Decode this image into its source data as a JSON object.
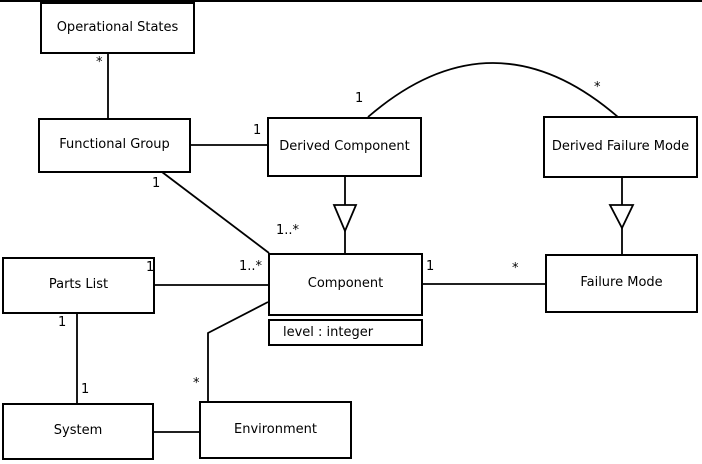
{
  "diagram": {
    "type": "uml-class-diagram",
    "colors": {
      "line": "#000000",
      "text": "#000000",
      "node_fill": "#ffffff",
      "background": "#ffffff"
    },
    "nodes": {
      "operational_states": {
        "label": "Operational States"
      },
      "functional_group": {
        "label": "Functional Group"
      },
      "derived_component": {
        "label": "Derived Component"
      },
      "derived_failure_mode": {
        "label": "Derived Failure Mode"
      },
      "parts_list": {
        "label": "Parts List"
      },
      "component": {
        "label": "Component",
        "attribute": "level : integer"
      },
      "failure_mode": {
        "label": "Failure Mode"
      },
      "system": {
        "label": "System"
      },
      "environment": {
        "label": "Environment"
      }
    },
    "labels": {
      "os_fg_star": "*",
      "dc_arc_one": "1",
      "dfm_arc_star": "*",
      "fg_dc_one": "1",
      "fg_comp_one": "1",
      "fg_comp_many": "1..*",
      "pl_comp_one": "1",
      "pl_comp_many": "1..*",
      "comp_fm_one": "1",
      "comp_fm_star": "*",
      "pl_bottom_one": "1",
      "sys_top_one": "1",
      "env_comp_star": "*"
    },
    "edges": [
      {
        "from": "Operational States",
        "to": "Functional Group",
        "type": "association",
        "from_multiplicity": "*",
        "to_multiplicity": ""
      },
      {
        "from": "Functional Group",
        "to": "Derived Component",
        "type": "association",
        "from_multiplicity": "",
        "to_multiplicity": "1"
      },
      {
        "from": "Functional Group",
        "to": "Component",
        "type": "association",
        "from_multiplicity": "1",
        "to_multiplicity": "1..*"
      },
      {
        "from": "Derived Component",
        "to": "Component",
        "type": "generalization",
        "from_multiplicity": "",
        "to_multiplicity": ""
      },
      {
        "from": "Derived Component",
        "to": "Derived Failure Mode",
        "type": "association",
        "from_multiplicity": "1",
        "to_multiplicity": "*"
      },
      {
        "from": "Derived Failure Mode",
        "to": "Failure Mode",
        "type": "generalization",
        "from_multiplicity": "",
        "to_multiplicity": ""
      },
      {
        "from": "Parts List",
        "to": "Component",
        "type": "association",
        "from_multiplicity": "1",
        "to_multiplicity": "1..*"
      },
      {
        "from": "Parts List",
        "to": "System",
        "type": "association",
        "from_multiplicity": "1",
        "to_multiplicity": "1"
      },
      {
        "from": "Component",
        "to": "Failure Mode",
        "type": "association",
        "from_multiplicity": "1",
        "to_multiplicity": "*"
      },
      {
        "from": "Component",
        "to": "Environment",
        "type": "association",
        "from_multiplicity": "",
        "to_multiplicity": "*"
      },
      {
        "from": "System",
        "to": "Environment",
        "type": "association",
        "from_multiplicity": "",
        "to_multiplicity": ""
      }
    ]
  }
}
